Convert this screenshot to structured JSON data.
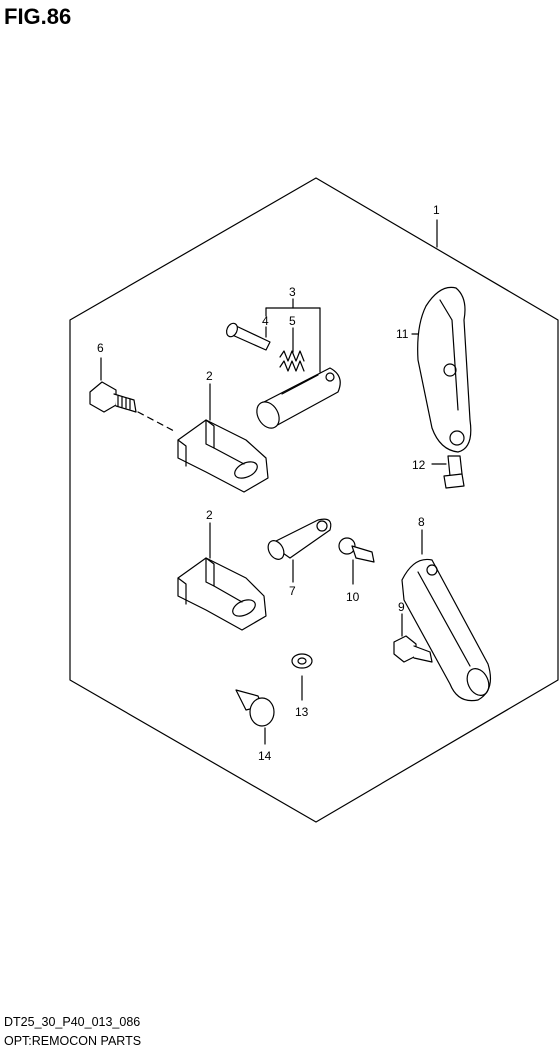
{
  "figure": {
    "title": "FIG.86"
  },
  "footer": {
    "code": "DT25_30_P40_013_086",
    "caption": "OPT:REMOCON PARTS"
  },
  "callouts": {
    "c1": "1",
    "c2a": "2",
    "c2b": "2",
    "c3": "3",
    "c4": "4",
    "c5": "5",
    "c6": "6",
    "c7": "7",
    "c8": "8",
    "c9": "9",
    "c10": "10",
    "c11": "11",
    "c12": "12",
    "c13": "13",
    "c14": "14"
  },
  "colors": {
    "ink": "#000000",
    "paper": "#ffffff"
  }
}
